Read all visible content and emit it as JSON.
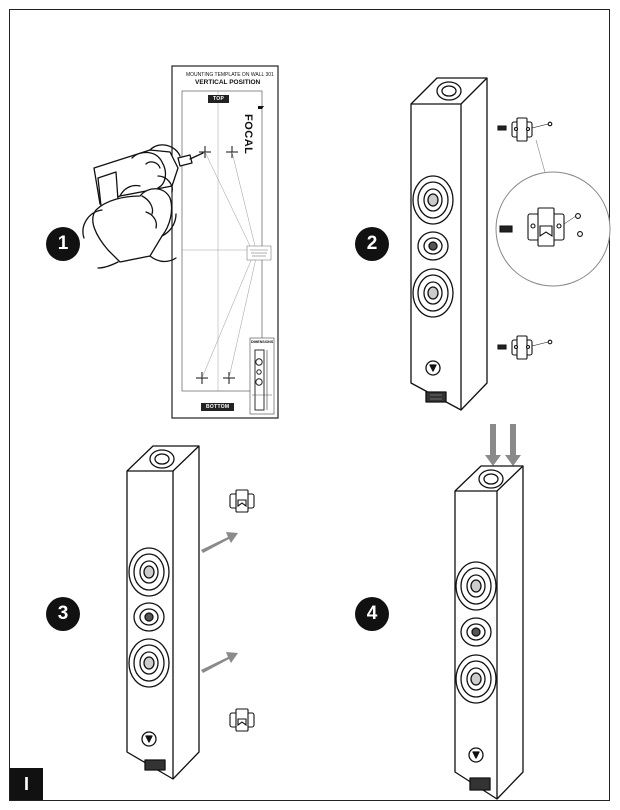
{
  "page": {
    "section_label": "I"
  },
  "steps": [
    {
      "number": "1"
    },
    {
      "number": "2"
    },
    {
      "number": "3"
    },
    {
      "number": "4"
    }
  ],
  "template": {
    "heading_line1": "MOUNTING TEMPLATE ON WALL 301",
    "heading_line2": "VERTICAL POSITION",
    "top_label": "TOP",
    "bottom_label": "BOTTOM",
    "brand": "FOCAL",
    "dimensions_label": "DIMENSIONS"
  },
  "colors": {
    "ink": "#111111",
    "arrow": "#8a8a8a",
    "background": "#ffffff"
  }
}
